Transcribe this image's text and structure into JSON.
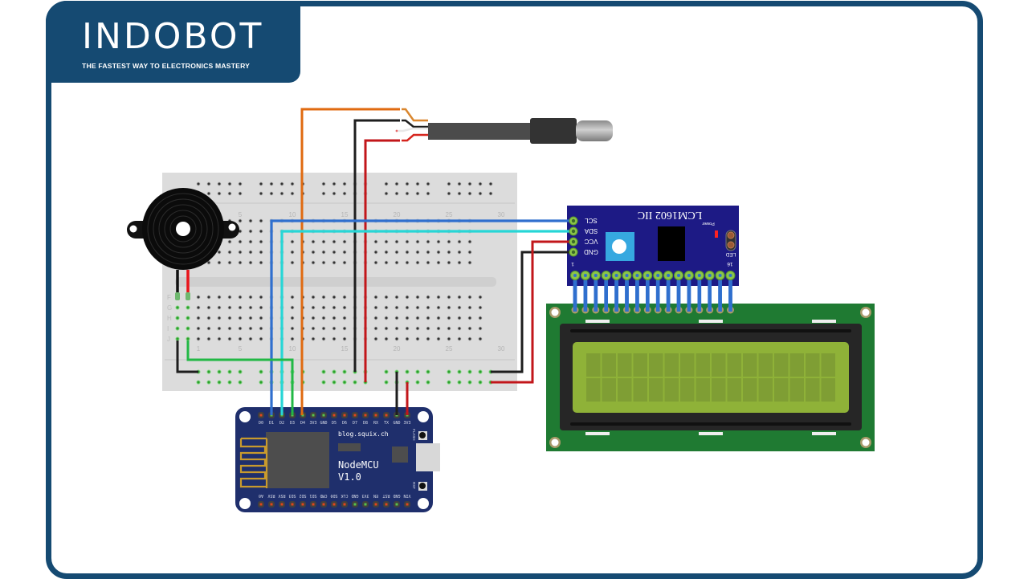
{
  "brand": {
    "name": "INDOBOT",
    "tagline": "THE FASTEST WAY TO ELECTRONICS MASTERY",
    "color": "#154a72"
  },
  "diagram": {
    "title": "NodeMCU + DS18B20 temperature sensor + buzzer + I2C 16x2 LCD wiring",
    "breadboard": {
      "column_numbers_top": [
        "5",
        "10",
        "15",
        "20",
        "25",
        "30"
      ],
      "column_numbers_bottom": [
        "1",
        "5",
        "10",
        "15",
        "20",
        "25",
        "30"
      ],
      "row_labels": [
        "F",
        "G",
        "H",
        "I",
        "J"
      ]
    },
    "nodemcu": {
      "name": "NodeMCU",
      "version": "V1.0",
      "site": "blog.squix.ch",
      "flash_label": "FLASH",
      "rst_label": "RST",
      "top_pins": [
        "D0",
        "D1",
        "D2",
        "D3",
        "D4",
        "3V3",
        "GND",
        "D5",
        "D6",
        "D7",
        "D8",
        "RX",
        "TX",
        "GND",
        "3V3"
      ],
      "bottom_pins": [
        "A0",
        "RSV",
        "RSV",
        "SD3",
        "SD2",
        "SD1",
        "CMD",
        "SD0",
        "CLK",
        "GND",
        "3V3",
        "EN",
        "RST",
        "GND",
        "VIN"
      ]
    },
    "i2c_module": {
      "title": "LCM1602 IIC",
      "pins": [
        "SCL",
        "SDA",
        "VCC",
        "GND"
      ],
      "power_label": "Power",
      "led_label": "LED",
      "pin_first": "1",
      "pin_last": "16"
    },
    "lcd": {
      "name": "16x2 LCD",
      "columns": 16,
      "rows": 2
    },
    "sensor": {
      "name": "DS18B20 waterproof temperature probe"
    },
    "buzzer": {
      "name": "Piezo buzzer"
    },
    "wires": [
      {
        "name": "d1-to-scl",
        "color": "#2f6fce"
      },
      {
        "name": "d2-to-sda",
        "color": "#27d6d6"
      },
      {
        "name": "d3-to-buzzer",
        "color": "#22b845"
      },
      {
        "name": "d4-to-sensor-data",
        "color": "#e06a10"
      },
      {
        "name": "gnd",
        "color": "#1e1e1e"
      },
      {
        "name": "vcc",
        "color": "#cc1a1a"
      }
    ]
  }
}
